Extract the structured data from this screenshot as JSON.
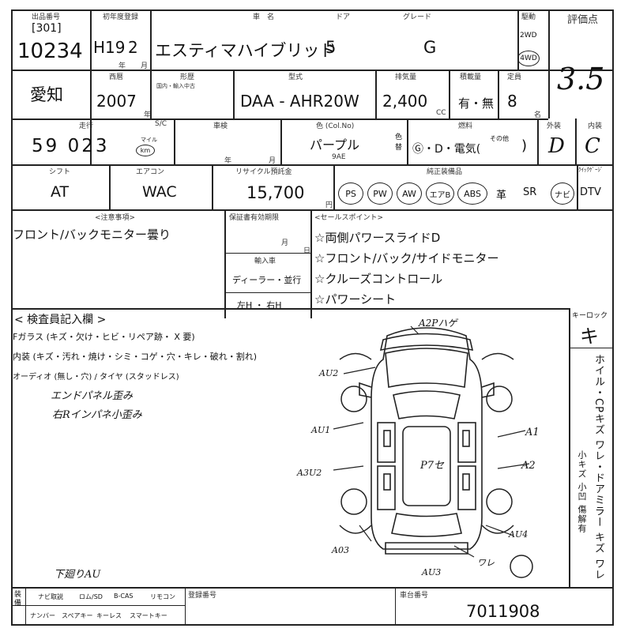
{
  "header": {
    "lbl_lot": "出品番号",
    "lbl_reg": "初年度登録",
    "lbl_name": "車　名",
    "lbl_door": "ドア",
    "lbl_grade": "グレード",
    "lbl_drive": "駆動",
    "lbl_score": "評価点",
    "lot_code": "[301]",
    "lot_no": "10234",
    "reg_year": "H19",
    "reg_month": "2",
    "reg_unit_y": "年",
    "reg_unit_m": "月",
    "car_name": "エスティマハイブリッド",
    "doors": "5",
    "grade": "G",
    "drive_2wd": "2WD",
    "drive_4wd": "4WD",
    "score": "3.5"
  },
  "row2": {
    "lbl_pref": "",
    "lbl_year": "西暦",
    "lbl_history": "形歴",
    "lbl_history_sub": "国内・輸入中古",
    "lbl_model": "型式",
    "lbl_cc": "排気量",
    "lbl_assist": "積載量",
    "lbl_capacity": "定員",
    "pref": "愛知",
    "year": "2007",
    "year_unit": "年",
    "model": "DAA - AHR20W",
    "cc": "2,400",
    "cc_unit": "CC",
    "assist": "有・無",
    "capacity": "8",
    "capacity_unit": "名"
  },
  "row3": {
    "lbl_mileage": "走行",
    "lbl_mileage_unit": "S/C",
    "lbl_shaken": "車検",
    "lbl_color": "色 (Col.No)",
    "lbl_fuel": "燃料",
    "lbl_ext": "外装",
    "lbl_int": "内装",
    "mileage": "59 023",
    "mileage_unit_top": "マイル",
    "mileage_unit": "km",
    "shaken_y": "年",
    "shaken_m": "月",
    "color": "パープル",
    "color_no": "9AE",
    "color_side": "色替",
    "fuel": "Ⓖ・D・電気(",
    "fuel_other": "その他",
    "fuel_close": ")",
    "ext": "D",
    "int": "C"
  },
  "row4": {
    "lbl_shift": "シフト",
    "lbl_ac": "エアコン",
    "lbl_recycle": "リサイクル預託金",
    "lbl_equip": "純正装備品",
    "lbl_tv": "ｸｲｯｸｹﾞｰｼﾞ",
    "shift": "AT",
    "ac": "WAC",
    "recycle": "15,700",
    "recycle_unit": "円",
    "equip": [
      "PS",
      "PW",
      "AW",
      "エアB",
      "ABS"
    ],
    "equip_plain": [
      "革",
      "SR"
    ],
    "equip_navi": "ナビ",
    "equip_tv": "DTV"
  },
  "notes": {
    "lbl_caution": "<注意事項>",
    "caution": "フロント/バックモニター曇り",
    "lbl_warranty": "保証書有効期限",
    "warranty_m": "月",
    "warranty_d": "日",
    "lbl_import": "輸入車",
    "import_opts": "ディーラー・並行",
    "handle": "左H ・ 右H",
    "lbl_sales": "<セールスポイント>",
    "sales": [
      "☆両側パワースライドD",
      "☆フロント/バック/サイドモニター",
      "☆クルーズコントロール",
      "☆パワーシート"
    ]
  },
  "inspection": {
    "title": "< 検査員記入欄 >",
    "line1": "Fガラス (キズ・欠け・ヒビ・リペア跡・ X 要)",
    "line2": "内装 (キズ・汚れ・焼け・シミ・コゲ・穴・キレ・破れ・割れ)",
    "line3": "オーディオ (無し・穴) / タイヤ (スタッドレス)",
    "hand1": "エンドパネル歪み",
    "hand2": "右Rインパネ小歪み",
    "underbody": "下廻りAU",
    "keylock_label": "キーロック",
    "keylock": "キ",
    "side_text": "ホイル・CPキズ ワレ・ドアミラー キズ ワレ",
    "side_sub": "小キズ 小凹 傷解有"
  },
  "diagram_marks": {
    "top": "A2Pハゲ",
    "a2_left": "AU2",
    "au1": "AU1",
    "a3u2": "A3U2",
    "a1": "A1",
    "a2": "A2",
    "p7": "P7セ",
    "au4": "AU4",
    "a03": "A03",
    "au3": "AU3",
    "wa": "ワレ"
  },
  "footer": {
    "col1": "装備",
    "col2": "ナビ取説",
    "col3": "ロム/SD",
    "col4": "B-CAS",
    "col5": "リモコン",
    "col6": "ナンバー",
    "col7": "スペアキー",
    "col8": "キーレス",
    "col9": "スマートキー",
    "lbl_reg_no": "登録番号",
    "lbl_chassis": "車台番号",
    "chassis": "7011908"
  }
}
